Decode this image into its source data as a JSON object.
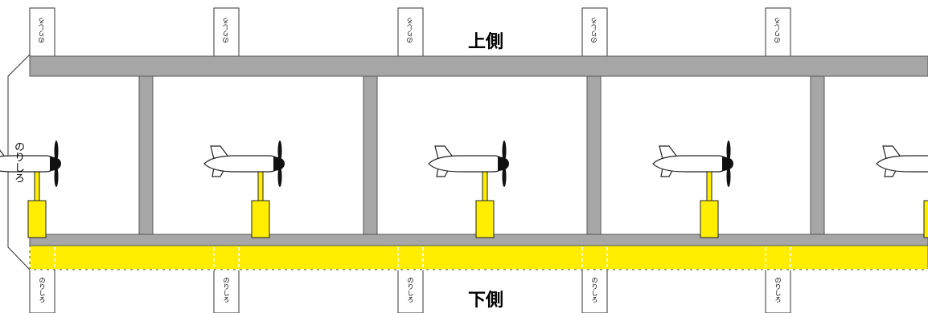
{
  "labels": {
    "top_side": "上側",
    "bottom_side": "下側",
    "glue_tab": "のりしろ",
    "left_glue_tab": "のりしろ"
  },
  "colors": {
    "rail_gray": "#a6a6a6",
    "rail_outline": "#555555",
    "base_yellow": "#ffee00",
    "outline": "#222222",
    "propeller": "#111111"
  },
  "diagram": {
    "top_tab_count": 5,
    "bottom_tab_count": 5,
    "bay_count": 4,
    "airplane_count": 5,
    "icons": [
      "airplane-icon",
      "propeller-icon",
      "stand-pole-icon"
    ]
  }
}
